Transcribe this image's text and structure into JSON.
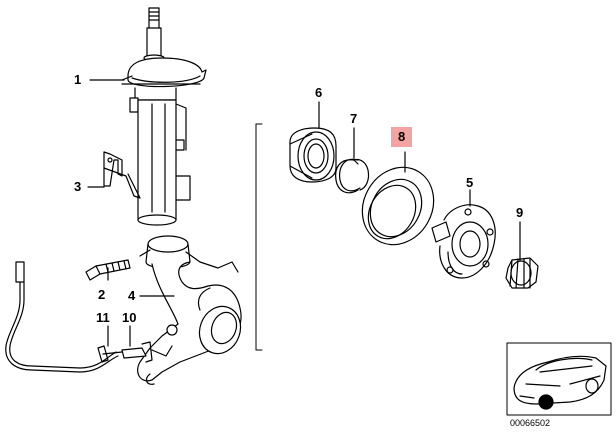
{
  "callouts": [
    {
      "id": "1",
      "text": "1"
    },
    {
      "id": "2",
      "text": "2"
    },
    {
      "id": "3",
      "text": "3"
    },
    {
      "id": "4",
      "text": "4"
    },
    {
      "id": "5",
      "text": "5"
    },
    {
      "id": "6",
      "text": "6"
    },
    {
      "id": "7",
      "text": "7"
    },
    {
      "id": "8",
      "text": "8",
      "highlighted": true
    },
    {
      "id": "9",
      "text": "9"
    },
    {
      "id": "10",
      "text": "10"
    },
    {
      "id": "11",
      "text": "11"
    }
  ],
  "reference_number": "00066502",
  "highlight_color": "#f4a3a3",
  "line_color": "#000000"
}
